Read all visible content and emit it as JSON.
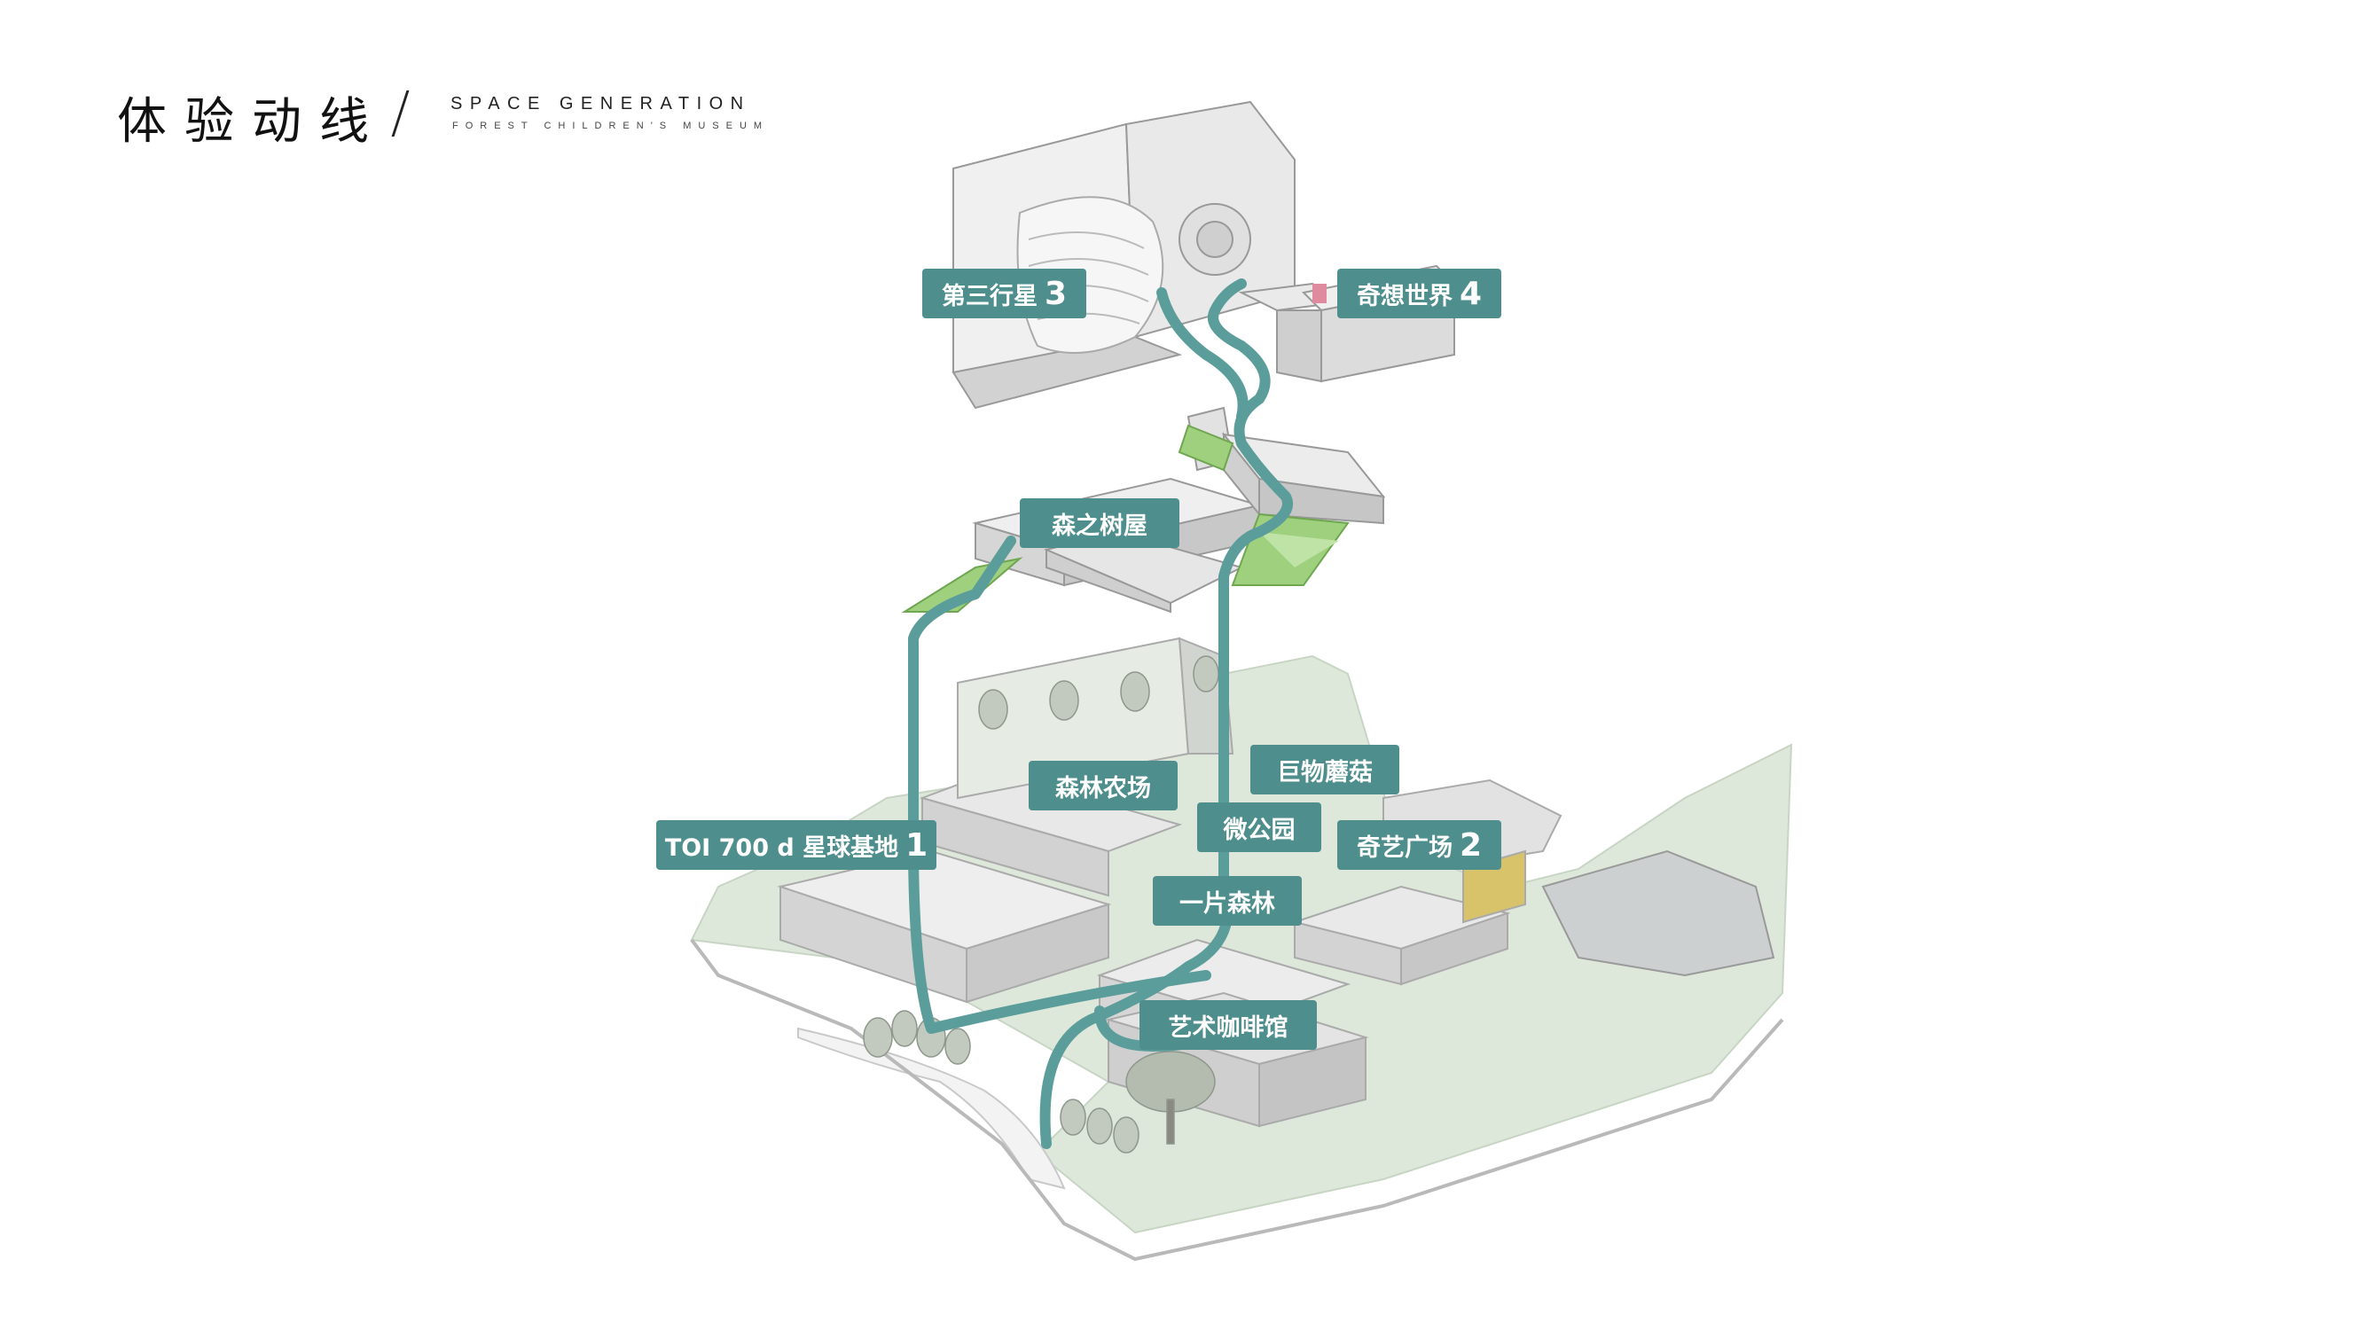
{
  "header": {
    "title_zh": "体验动线",
    "title_en": "SPACE GENERATION",
    "subtitle_en": "FOREST CHILDREN'S MUSEUM"
  },
  "colors": {
    "route": "#5b9d9b",
    "label_bg": "#4e8e8c",
    "green_ramp": "#8cc26a",
    "ground": "#dde7da",
    "building": "#e6e6e6"
  },
  "stops": [
    {
      "id": "third-planet",
      "name": "第三行星",
      "num": "3"
    },
    {
      "id": "wonder-world",
      "name": "奇想世界",
      "num": "4"
    },
    {
      "id": "forest-treehouse",
      "name": "森之树屋",
      "num": ""
    },
    {
      "id": "giant-mushroom",
      "name": "巨物蘑菇",
      "num": ""
    },
    {
      "id": "forest-farm",
      "name": "森林农场",
      "num": ""
    },
    {
      "id": "micro-park",
      "name": "微公园",
      "num": ""
    },
    {
      "id": "planet-base",
      "name": "TOI 700 d 星球基地",
      "num": "1"
    },
    {
      "id": "art-plaza",
      "name": "奇艺广场",
      "num": "2"
    },
    {
      "id": "a-forest",
      "name": "一片森林",
      "num": ""
    },
    {
      "id": "art-cafe",
      "name": "艺术咖啡馆",
      "num": ""
    }
  ]
}
